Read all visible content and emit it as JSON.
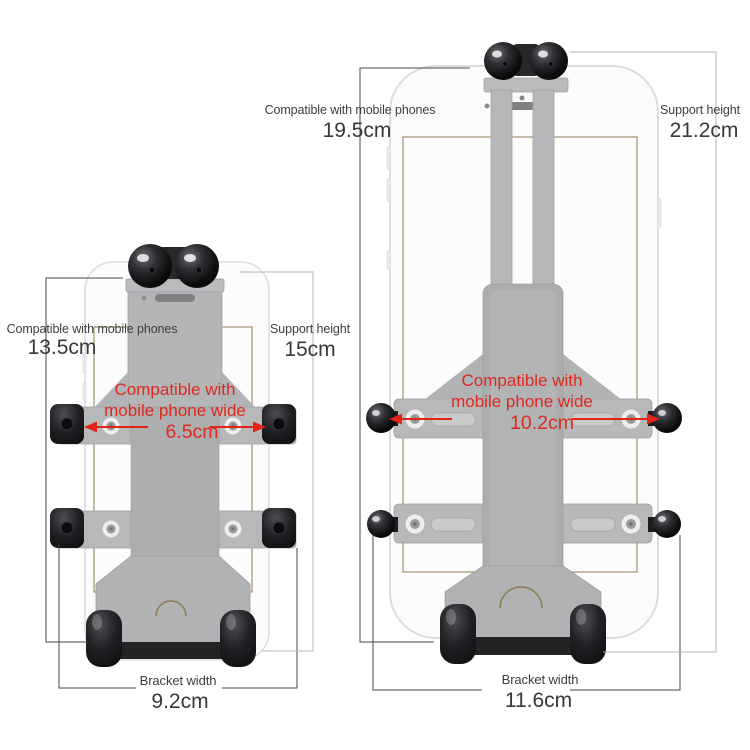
{
  "title": "Motorcycle phone holder bracket size comparison",
  "colors": {
    "annotation_red": "#de2a1e",
    "text_dark": "#3d3d3d",
    "dimension_line_dark": "#474747",
    "dimension_line_light": "#b5b5b5",
    "mount_gray": "#b2b4b6",
    "screen_outline_tan": "#8d7c52"
  },
  "left_figure": {
    "phone_length": {
      "label": "Compatible with mobile phones",
      "value": "13.5cm"
    },
    "support_height": {
      "label": "Support height",
      "value": "15cm"
    },
    "phone_width": {
      "label_line1": "Compatible with",
      "label_line2": "mobile phone wide",
      "value": "6.5cm"
    },
    "bracket_width": {
      "label": "Bracket width",
      "value": "9.2cm"
    }
  },
  "right_figure": {
    "phone_length": {
      "label": "Compatible with mobile phones",
      "value": "19.5cm"
    },
    "support_height": {
      "label": "Support height",
      "value": "21.2cm"
    },
    "phone_width": {
      "label_line1": "Compatible with",
      "label_line2": "mobile phone wide",
      "value": "10.2cm"
    },
    "bracket_width": {
      "label": "Bracket width",
      "value": "11.6cm"
    }
  }
}
